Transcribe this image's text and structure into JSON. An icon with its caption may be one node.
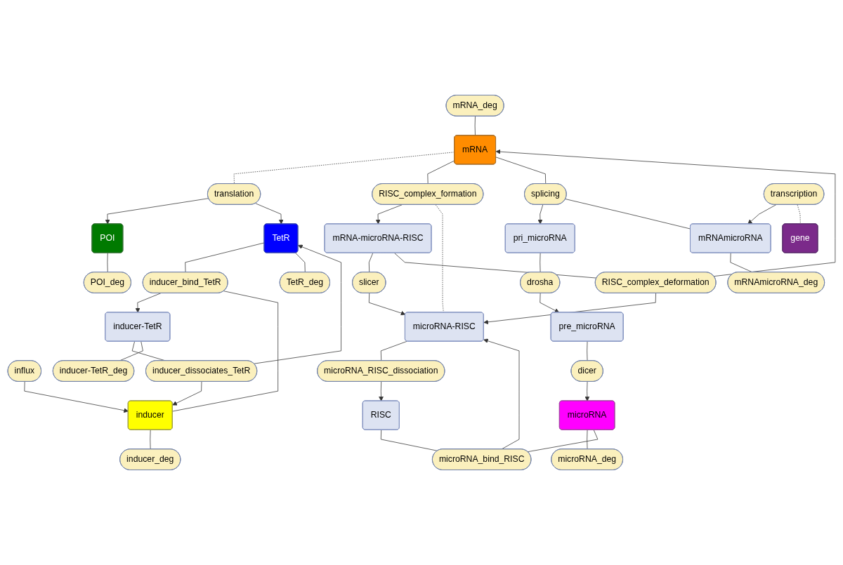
{
  "diagram": {
    "nodes": [
      {
        "text": [
          "mRNA_deg"
        ]
      },
      {
        "text": [
          "mRNA"
        ]
      },
      {
        "text": [
          "RISC_complex_formation"
        ]
      },
      {
        "text": [
          "translation"
        ]
      },
      {
        "text": [
          "POI"
        ]
      },
      {
        "text": [
          "POI_deg"
        ]
      },
      {
        "text": [
          "TetR"
        ]
      },
      {
        "text": [
          "splicing"
        ]
      },
      {
        "text": [
          "pri_microRNA"
        ]
      },
      {
        "text": [
          "mRNA-microRNA-RISC"
        ]
      },
      {
        "text": [
          "mRNAmicroRNA_deg"
        ]
      },
      {
        "text": [
          "drosha"
        ]
      },
      {
        "text": [
          "mRNAmicroRNA"
        ]
      },
      {
        "text": [
          "inducer_bind_TetR"
        ]
      },
      {
        "text": [
          "TetR_deg"
        ]
      },
      {
        "text": [
          "pre_microRNA"
        ]
      },
      {
        "text": [
          "slicer"
        ]
      },
      {
        "text": [
          "inducer-TetR"
        ]
      },
      {
        "text": [
          "inducer"
        ]
      },
      {
        "text": [
          "influx"
        ]
      },
      {
        "text": [
          "transcription"
        ]
      },
      {
        "text": [
          "RISC_complex_deformation"
        ]
      },
      {
        "text": [
          "inducer_dissociates_TetR"
        ]
      },
      {
        "text": [
          "dicer"
        ]
      },
      {
        "text": [
          "inducer_deg"
        ]
      },
      {
        "text": [
          "gene"
        ]
      },
      {
        "text": [
          "microRNA"
        ]
      },
      {
        "text": [
          "microRNA_deg"
        ]
      },
      {
        "text": [
          "inducer-TetR_deg"
        ]
      },
      {
        "text": [
          "microRNA_bind_RISC"
        ]
      },
      {
        "text": [
          "microRNA-RISC"
        ]
      },
      {
        "text": [
          "RISC"
        ]
      },
      {
        "text": [
          "microRNA_RISC_dissociation"
        ]
      }
    ],
    "edges": [
      {
        "from": 0,
        "to": 1,
        "arrow": "none"
      },
      {
        "from": 1,
        "to": 3,
        "arrow": "none",
        "style": "dashed"
      },
      {
        "from": 1,
        "to": 2,
        "arrow": "none"
      },
      {
        "from": 3,
        "to": 4,
        "arrow": "to"
      },
      {
        "from": 3,
        "to": 6,
        "arrow": "to"
      },
      {
        "from": 4,
        "to": 5,
        "arrow": "none"
      },
      {
        "from": 1,
        "to": 7,
        "arrow": "none"
      },
      {
        "from": 7,
        "to": 8,
        "arrow": "to"
      },
      {
        "from": 7,
        "to": 12,
        "arrow": "none"
      },
      {
        "from": 12,
        "to": 10,
        "arrow": "none"
      },
      {
        "from": 20,
        "to": 12,
        "arrow": "to"
      },
      {
        "from": 20,
        "to": 25,
        "arrow": "none",
        "style": "dashed"
      },
      {
        "from": 21,
        "to": 1,
        "arrow": "to"
      },
      {
        "from": 2,
        "to": 9,
        "arrow": "to"
      },
      {
        "from": 2,
        "to": 30,
        "arrow": "none",
        "style": "dashed"
      },
      {
        "from": 9,
        "to": 16,
        "arrow": "none"
      },
      {
        "from": 16,
        "to": 30,
        "arrow": "to"
      },
      {
        "from": 9,
        "to": 21,
        "arrow": "none"
      },
      {
        "from": 21,
        "to": 30,
        "arrow": "to"
      },
      {
        "from": 6,
        "to": 13,
        "arrow": "none"
      },
      {
        "from": 13,
        "to": 17,
        "arrow": "to"
      },
      {
        "from": 13,
        "to": 18,
        "arrow": "none"
      },
      {
        "from": 6,
        "to": 14,
        "arrow": "none"
      },
      {
        "from": 22,
        "to": 6,
        "arrow": "to"
      },
      {
        "from": 22,
        "to": 18,
        "arrow": "to"
      },
      {
        "from": 17,
        "to": 22,
        "arrow": "none"
      },
      {
        "from": 19,
        "to": 18,
        "arrow": "to"
      },
      {
        "from": 18,
        "to": 24,
        "arrow": "none"
      },
      {
        "from": 17,
        "to": 28,
        "arrow": "none"
      },
      {
        "from": 8,
        "to": 11,
        "arrow": "none"
      },
      {
        "from": 11,
        "to": 15,
        "arrow": "to"
      },
      {
        "from": 15,
        "to": 23,
        "arrow": "none"
      },
      {
        "from": 23,
        "to": 26,
        "arrow": "to"
      },
      {
        "from": 26,
        "to": 27,
        "arrow": "none"
      },
      {
        "from": 26,
        "to": 29,
        "arrow": "none"
      },
      {
        "from": 29,
        "to": 30,
        "arrow": "to"
      },
      {
        "from": 31,
        "to": 29,
        "arrow": "none"
      },
      {
        "from": 30,
        "to": 32,
        "arrow": "none"
      },
      {
        "from": 32,
        "to": 31,
        "arrow": "to"
      }
    ]
  }
}
